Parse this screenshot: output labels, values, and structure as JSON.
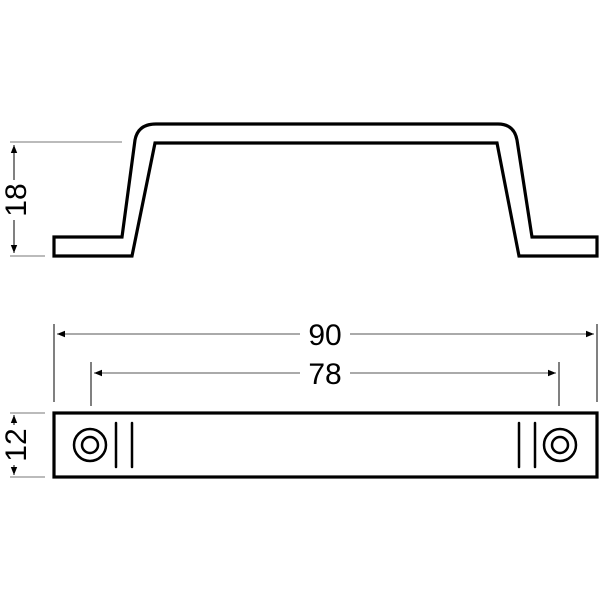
{
  "drawing": {
    "subject": "Cabinet handle technical drawing",
    "side_view": {
      "height_label": "18"
    },
    "top_view": {
      "overall_length_label": "90",
      "hole_spacing_label": "78",
      "width_label": "12"
    },
    "colors": {
      "line": "#000000",
      "dimension_line": "#555555",
      "background": "#ffffff"
    }
  }
}
